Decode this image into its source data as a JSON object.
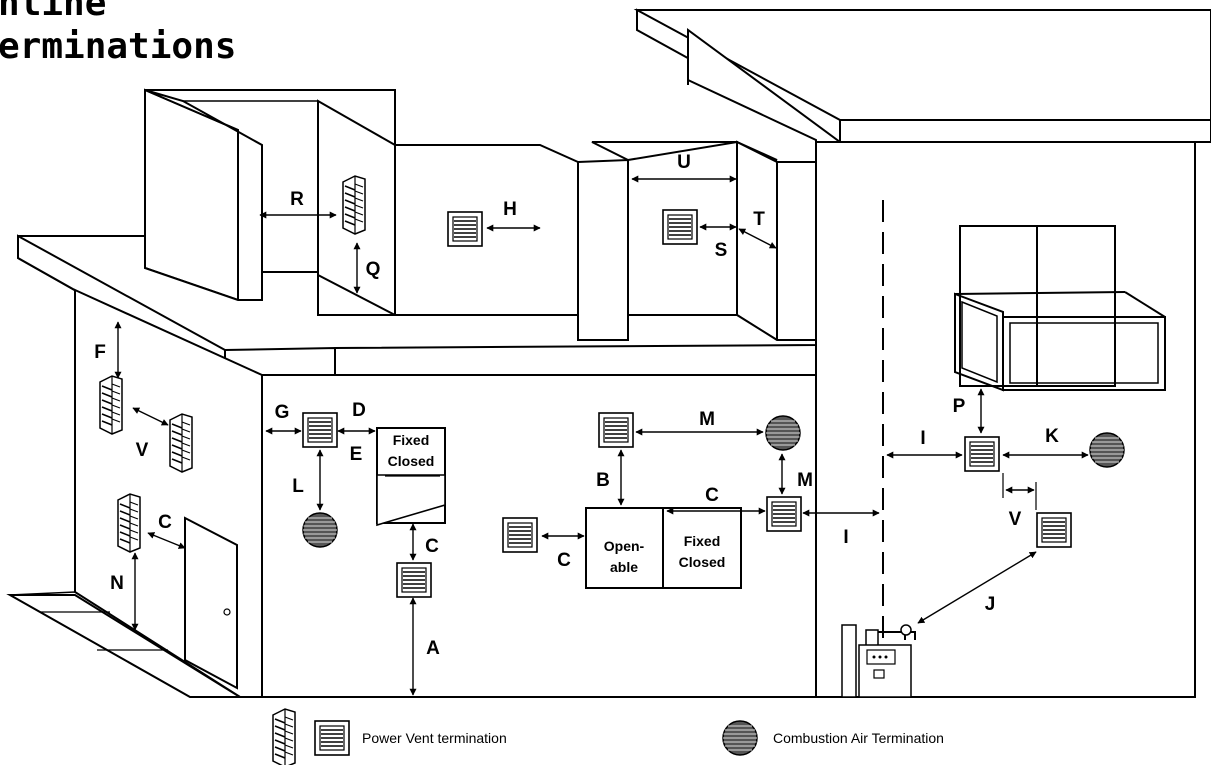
{
  "title": {
    "line1": "nline",
    "line2": "erminations"
  },
  "labels": {
    "a": "A",
    "b": "B",
    "c": "C",
    "d": "D",
    "e": "E",
    "f": "F",
    "g": "G",
    "h": "H",
    "i": "I",
    "j": "J",
    "k": "K",
    "l": "L",
    "m": "M",
    "n": "N",
    "p": "P",
    "q": "Q",
    "r": "R",
    "s": "S",
    "t": "T",
    "u": "U",
    "v": "V"
  },
  "window_texts": {
    "fixed": "Fixed",
    "closed": "Closed",
    "open_line1": "Open-",
    "open_line2": "able"
  },
  "legend": {
    "power_vent": "Power Vent termination",
    "combustion_air": "Combustion Air Termination"
  },
  "icons": {
    "power_vent_front": "square-louver-icon",
    "power_vent_side": "side-louver-icon",
    "combustion_air": "round-grille-icon",
    "gas_meter": "gas-meter-icon"
  }
}
